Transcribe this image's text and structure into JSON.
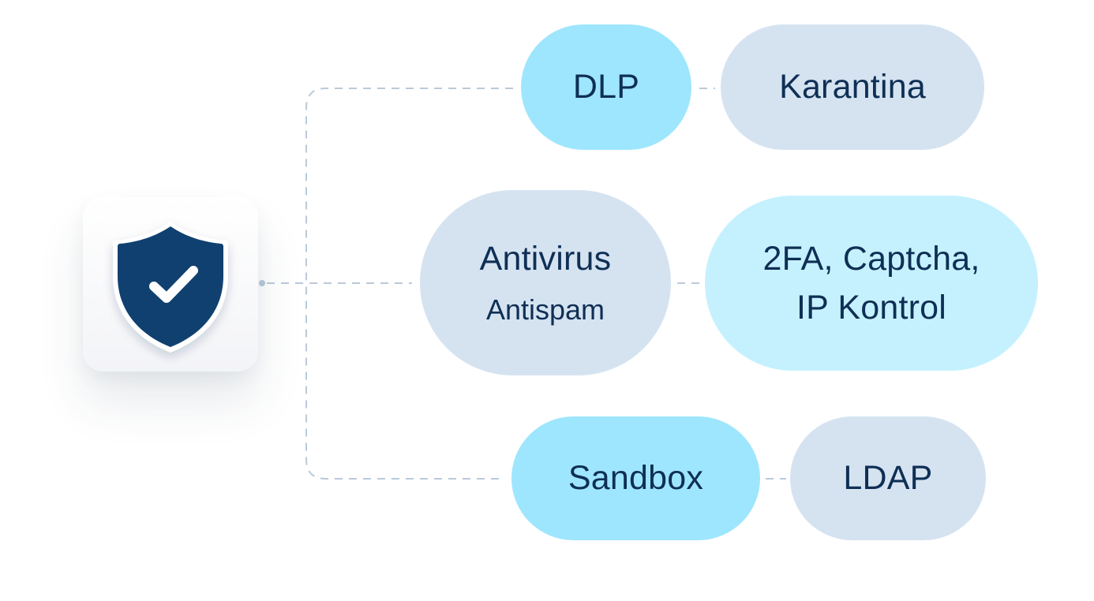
{
  "center_icon": {
    "name": "shield-check-icon",
    "shield_color": "#10406f",
    "check_color": "#ffffff"
  },
  "connector_color": "#b9cad9",
  "nodes": {
    "dlp": {
      "label": "DLP",
      "color": "#9ee6fd"
    },
    "karantina": {
      "label": "Karantina",
      "color": "#d5e3f1"
    },
    "antivirus": {
      "label": "Antivirus",
      "sublabel": "Antispam",
      "color": "#d5e3f1"
    },
    "twofa": {
      "line1": "2FA, Captcha,",
      "line2": "IP Kontrol",
      "color": "#c5f1fe"
    },
    "sandbox": {
      "label": "Sandbox",
      "color": "#9ee6fd"
    },
    "ldap": {
      "label": "LDAP",
      "color": "#d5e3f1"
    }
  }
}
